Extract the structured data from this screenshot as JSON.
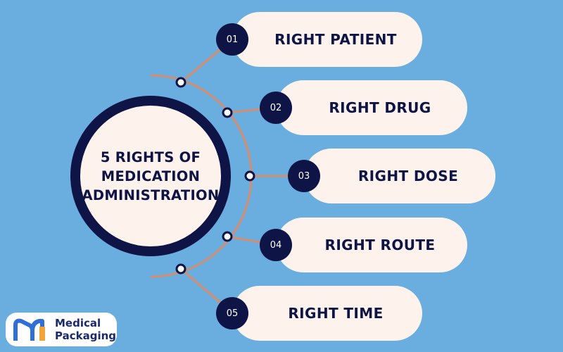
{
  "hub": {
    "title": "5 RIGHTS OF\nMEDICATION\nADMINISTRATION"
  },
  "items": [
    {
      "number": "01",
      "label": "RIGHT PATIENT"
    },
    {
      "number": "02",
      "label": "RIGHT DRUG"
    },
    {
      "number": "03",
      "label": "RIGHT DOSE"
    },
    {
      "number": "04",
      "label": "RIGHT ROUTE"
    },
    {
      "number": "05",
      "label": "RIGHT TIME"
    }
  ],
  "logo": {
    "text": "Medical\nPackaging"
  },
  "colors": {
    "background": "#6aaee0",
    "navy": "#0f1447",
    "cream": "#fdf3ec",
    "connector": "#e8875c",
    "logo_blue": "#2e6fd8",
    "logo_orange": "#f2a33a"
  }
}
